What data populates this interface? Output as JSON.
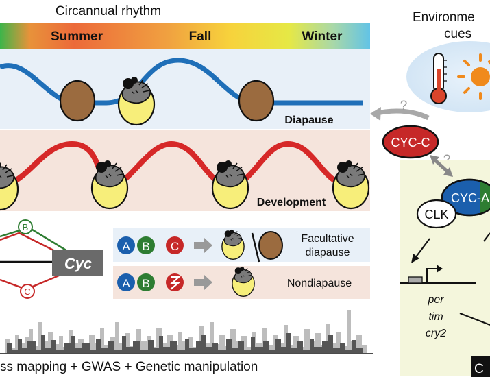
{
  "title": "Circannual rhythm",
  "seasons": [
    "Summer",
    "Fall",
    "Winter"
  ],
  "tracks": {
    "top_label": "Diapause",
    "bottom_label": "Development"
  },
  "environment": {
    "label_line1": "Environme",
    "label_line2": "cues"
  },
  "proteins": {
    "cyc_c": "CYC-C",
    "cyc_a": "CYC-A",
    "clk": "CLK"
  },
  "genes": [
    "per",
    "tim",
    "cry2"
  ],
  "cyc_gene": "Cyc",
  "alleles": {
    "a": "A",
    "b": "B",
    "c": "C"
  },
  "outcomes": {
    "facultative_line1": "Facultative",
    "facultative_line2": "diapause",
    "nondiapause": "Nondiapause"
  },
  "question_marks": [
    "?",
    "?"
  ],
  "bottom_caption": "ss mapping + GWAS + Genetic manipulation",
  "corner_label": "C",
  "colors": {
    "diapause_track": "#1f6fb8",
    "development_track": "#d62828",
    "allele_a": "#1b5fad",
    "allele_b": "#2e7d32",
    "allele_c": "#c62828",
    "cyc_box": "#6a6a6a",
    "diapause_panel": "#e8f0f8",
    "development_panel": "#f5e4dc",
    "clock_panel": "#f4f6dc"
  },
  "icons": [
    "thermometer-icon",
    "sun-icon",
    "egg-developing-icon",
    "egg-diapause-icon",
    "arrow-icon"
  ]
}
